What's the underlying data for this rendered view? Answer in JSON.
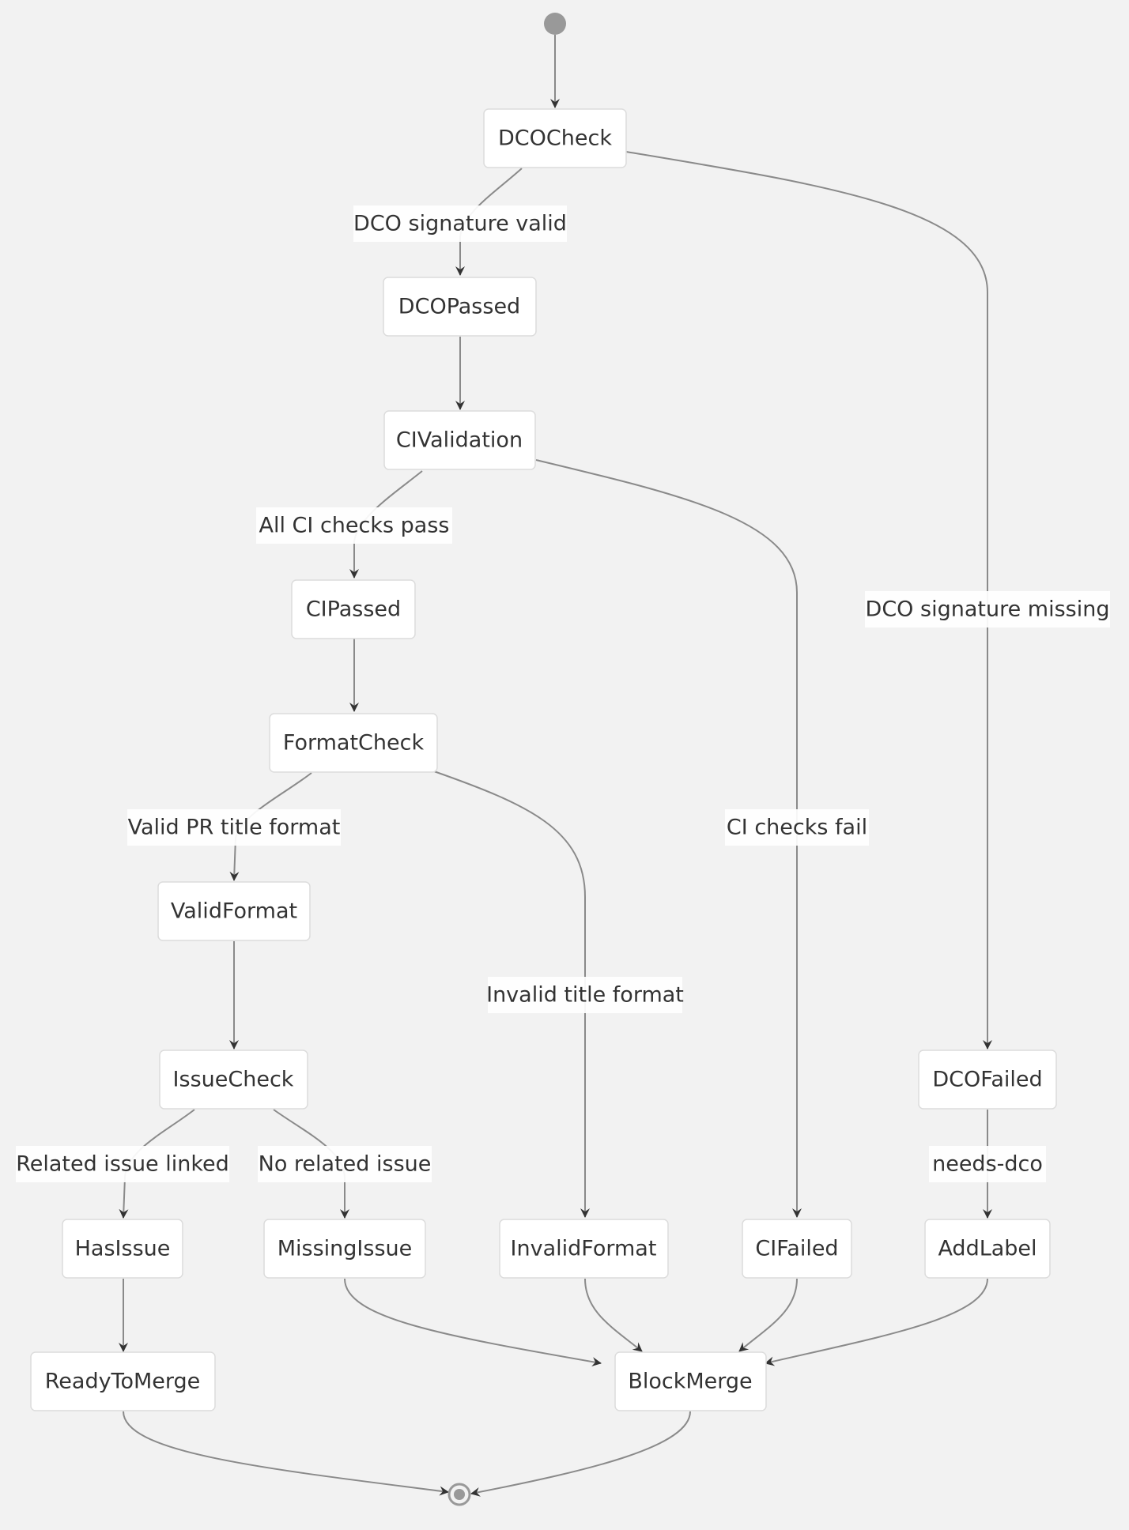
{
  "nodes": {
    "dco_check": "DCOCheck",
    "dco_passed": "DCOPassed",
    "ci_validation": "CIValidation",
    "ci_passed": "CIPassed",
    "format_check": "FormatCheck",
    "valid_format": "ValidFormat",
    "issue_check": "IssueCheck",
    "has_issue": "HasIssue",
    "missing_issue": "MissingIssue",
    "invalid_format": "InvalidFormat",
    "ci_failed": "CIFailed",
    "dco_failed": "DCOFailed",
    "add_label": "AddLabel",
    "ready_to_merge": "ReadyToMerge",
    "block_merge": "BlockMerge"
  },
  "edge_labels": {
    "dco_valid": "DCO signature valid",
    "dco_missing": "DCO signature missing",
    "ci_pass": "All CI checks pass",
    "ci_fail": "CI checks fail",
    "title_valid": "Valid PR title format",
    "title_invalid": "Invalid title format",
    "issue_linked": "Related issue linked",
    "issue_missing": "No related issue",
    "needs_dco": "needs-dco"
  },
  "colors": {
    "background": "#f2f2f2",
    "node_fill": "#ffffff",
    "node_border": "#dcdcdc",
    "edge": "#8a8a8a",
    "arrowhead": "#333333",
    "start_marker": "#999999",
    "text": "#333333"
  }
}
